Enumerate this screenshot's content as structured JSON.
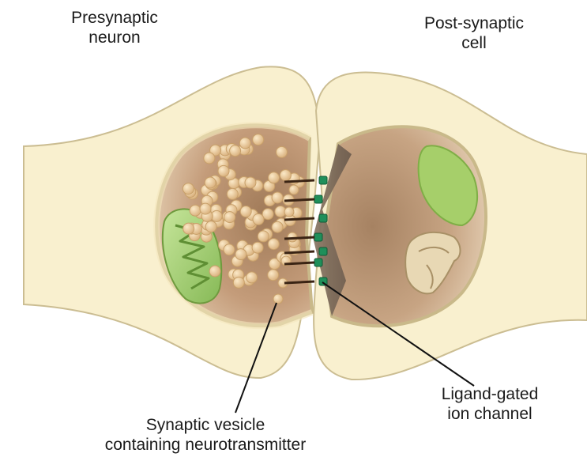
{
  "labels": {
    "presynaptic": [
      "Presynaptic",
      "neuron"
    ],
    "postsynaptic": [
      "Post-synaptic",
      "cell"
    ],
    "vesicle": [
      "Synaptic vesicle",
      "containing neurotransmitter"
    ],
    "channel": [
      "Ligand-gated",
      "ion channel"
    ]
  },
  "colors": {
    "cytoplasm": "#f9f0cf",
    "outline": "#c9b98a",
    "interior": "#b98e6c",
    "vesicle": "#e8c89a",
    "mitochondrion": "#a8d37a",
    "channel": "#1f8f5a",
    "leader": "#111111"
  }
}
